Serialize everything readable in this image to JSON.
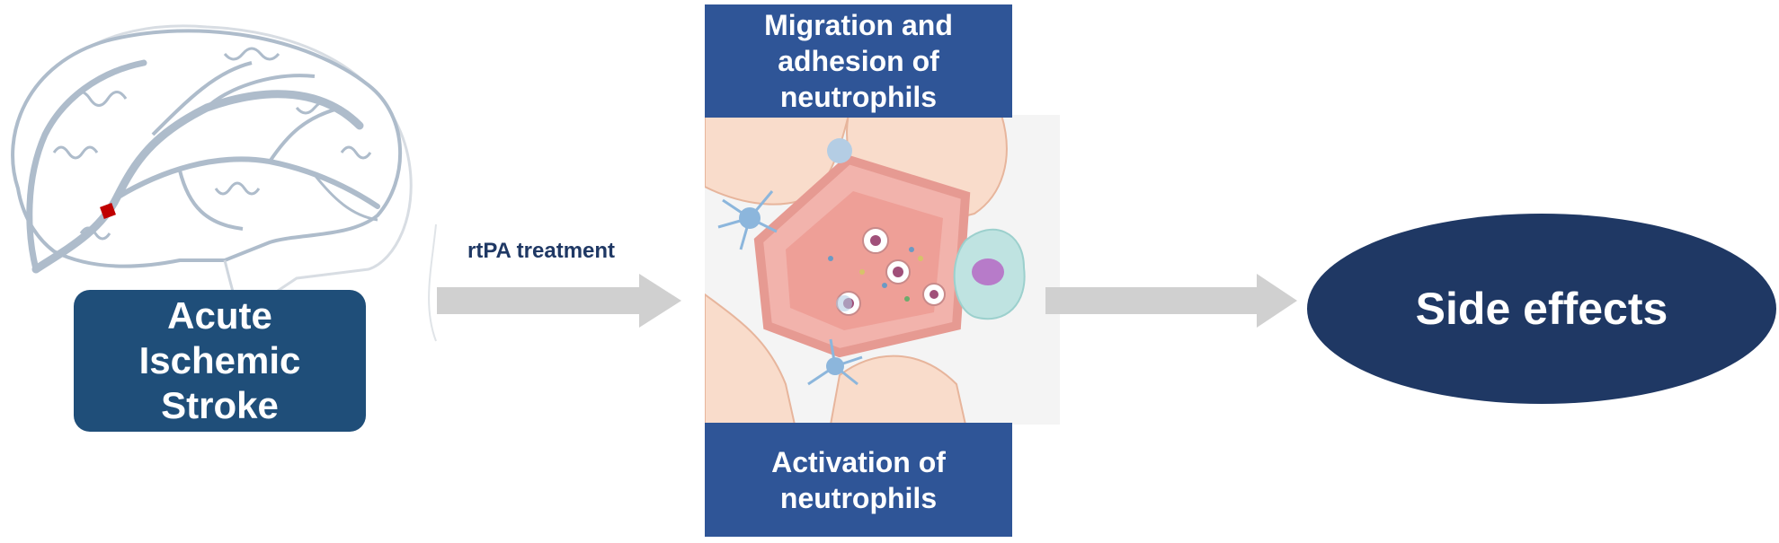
{
  "stroke_box": {
    "label": "Acute\nIschemic\nStroke"
  },
  "treatment_arrow": {
    "label": "rtPA treatment"
  },
  "migration_box": {
    "label": "Migration and\nadhesion of\nneutrophils"
  },
  "activation_box": {
    "label": "Activation of\nneutrophils"
  },
  "side_effects": {
    "label": "Side effects"
  },
  "colors": {
    "stroke_box": "#1f4e79",
    "blue_boxes": "#2f5597",
    "ellipse": "#1f3864",
    "arrows": "#d0d0d0",
    "vessels": "#aab8c8",
    "occlusion": "#c00000"
  }
}
